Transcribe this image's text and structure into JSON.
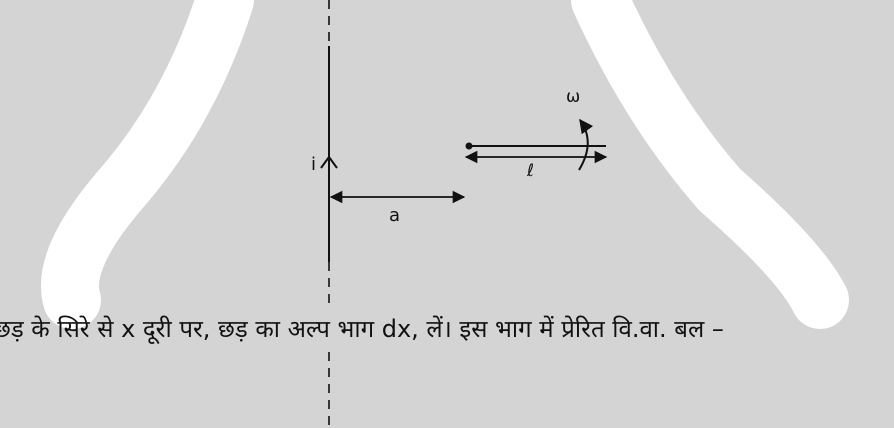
{
  "diagram": {
    "current_label": "i",
    "distance_label": "a",
    "rod_length_label": "ℓ",
    "angular_velocity_label": "ω",
    "colors": {
      "background": "#d4d4d4",
      "watermark": "#ffffff",
      "ink": "#111111"
    }
  },
  "caption": "छड़ के सिरे से x दूरी पर, छड़ का अल्प भाग dx, लें। इस भाग में प्रेरित वि.वा. बल –"
}
